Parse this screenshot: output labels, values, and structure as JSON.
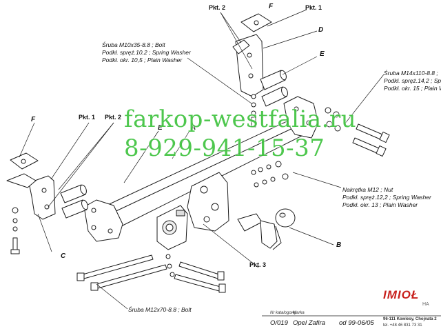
{
  "labels": {
    "pkt2_top": "Pkt. 2",
    "pkt1_top": "Pkt. 1",
    "pkt1_left": "Pkt. 1",
    "pkt2_left": "Pkt. 2",
    "pkt3": "Pkt. 3",
    "F_top": "F",
    "F_left": "F",
    "D": "D",
    "E_top": "E",
    "E_mid": "E",
    "A": "A",
    "B": "B",
    "C": "C"
  },
  "callouts": {
    "bolt_m10": [
      "Śruba M10x35-8.8 ;  Bolt",
      "Podkł. spręż.10,2 ; Spring Washer",
      "Podkł. okr. 10,5 ; Plain Washer"
    ],
    "bolt_m14": [
      "Śruba M14x110-8.8 ;",
      "Podkł. spręż.14,2 ; Sp",
      "Podkł. okr. 15 ; Plain W"
    ],
    "nut_m12": [
      "Nakrętka  M12 ; Nut",
      "Podkł. spręż.12,2 ; Spring Washer",
      "Podkł. okr. 13 ; Plain Washer"
    ],
    "bolt_m12": "Śruba M12x70-8.8 ;  Bolt"
  },
  "watermark": {
    "line1": "farkop-westfalia.ru",
    "line2": "8-929-941-15-37"
  },
  "title_block": {
    "catalog_label": "Nr katalogowy",
    "catalog_value": "O/019",
    "brand_label": "Marka",
    "brand_value": "Opel Zafira",
    "years": "od  99-06/05",
    "company": "IMIOŁ",
    "company_suffix": "HA",
    "address": "96-111 Kowiesy, Chojnata 2",
    "phone": "tel. +48 46 831 73 31"
  },
  "colors": {
    "line": "#1a1a1a",
    "watermark": "#3fc33f",
    "logo": "#c8201c"
  }
}
